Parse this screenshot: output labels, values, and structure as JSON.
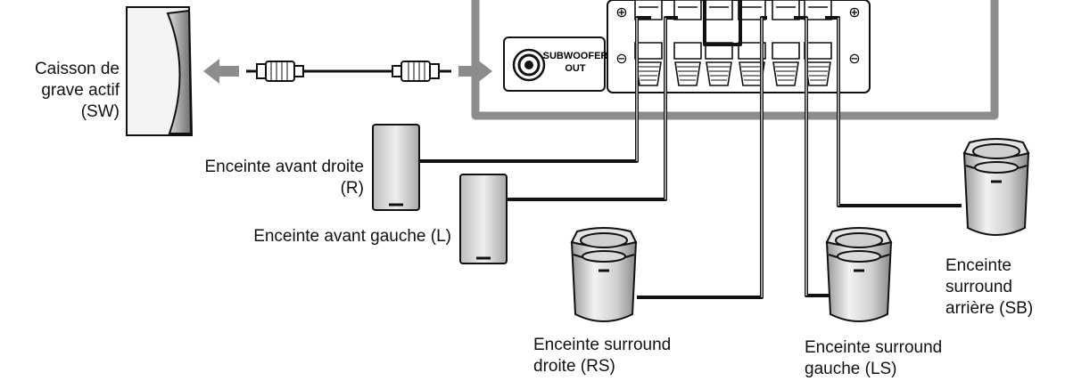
{
  "receiver": {
    "subwoofer_out_line1": "SUBWOOFER",
    "subwoofer_out_line2": "OUT",
    "plus_symbol": "⊕",
    "minus_symbol": "⊖"
  },
  "labels": {
    "subwoofer": {
      "line1": "Caisson de",
      "line2": "grave actif",
      "line3": "(SW)"
    },
    "front_right": {
      "line1": "Enceinte avant droite",
      "line2": "(R)"
    },
    "front_left": {
      "line1": "Enceinte avant gauche (L)"
    },
    "surround_right": {
      "line1": "Enceinte surround",
      "line2": "droite (RS)"
    },
    "surround_left": {
      "line1": "Enceinte surround",
      "line2": "gauche (LS)"
    },
    "surround_back": {
      "line1": "Enceinte",
      "line2": "surround",
      "line3": "arrière (SB)"
    }
  },
  "colors": {
    "panel_outline": "#8c8c8c",
    "arrow": "#8c8c8c",
    "wire": "#111111",
    "speaker_body": "#e6e6e6"
  }
}
